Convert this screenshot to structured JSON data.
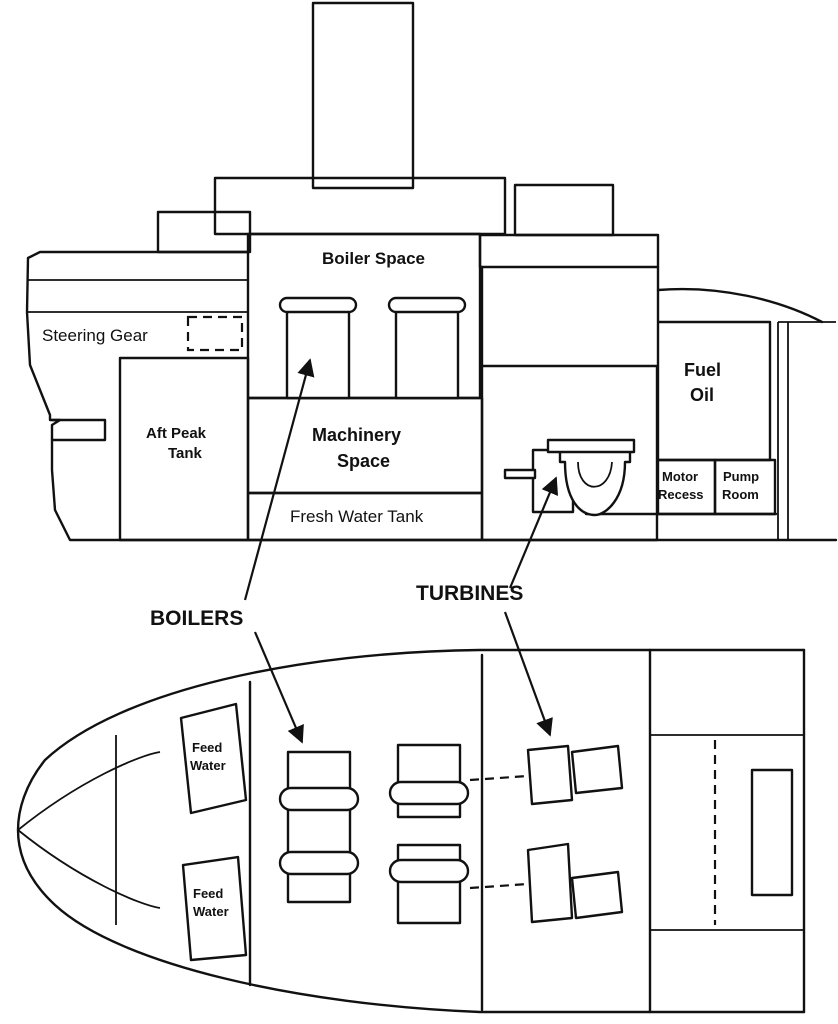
{
  "labels": {
    "boiler_space": "Boiler Space",
    "steering_gear": "Steering Gear",
    "aft_peak_line1": "Aft Peak",
    "aft_peak_line2": "Tank",
    "machinery_line1": "Machinery",
    "machinery_line2": "Space",
    "fresh_water_tank": "Fresh Water Tank",
    "fuel_oil_line1": "Fuel",
    "fuel_oil_line2": "Oil",
    "motor_recess_line1": "Motor",
    "motor_recess_line2": "Recess",
    "pump_room_line1": "Pump",
    "pump_room_line2": "Room",
    "boilers": "BOILERS",
    "turbines": "TURBINES",
    "feed_water_top_line1": "Feed",
    "feed_water_top_line2": "Water",
    "feed_water_bottom_line1": "Feed",
    "feed_water_bottom_line2": "Water"
  }
}
